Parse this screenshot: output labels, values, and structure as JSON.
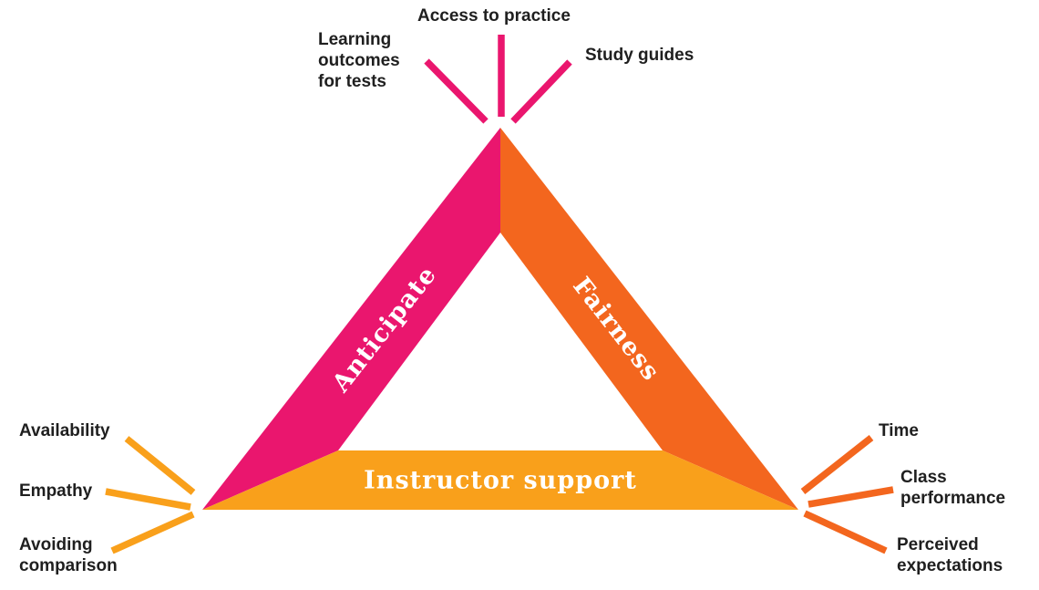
{
  "colors": {
    "pink": "#EA166E",
    "orange": "#F3661E",
    "amber": "#F9A01B",
    "label_text": "#1F1F1F",
    "side_label_text": "#FFFFFF",
    "background": "#FFFFFF"
  },
  "triangle": {
    "left_side_label": "Anticipate",
    "right_side_label": "Fairness",
    "bottom_side_label": "Instructor support"
  },
  "callouts": {
    "apex": {
      "left": "Learning\noutcomes\nfor tests",
      "center": "Access to practice",
      "right": "Study guides"
    },
    "bottom_left": {
      "top": "Availability",
      "middle": "Empathy",
      "bottom": "Avoiding\ncomparison"
    },
    "bottom_right": {
      "top": "Time",
      "middle": "Class\nperformance",
      "bottom": "Perceived\nexpectations"
    }
  }
}
